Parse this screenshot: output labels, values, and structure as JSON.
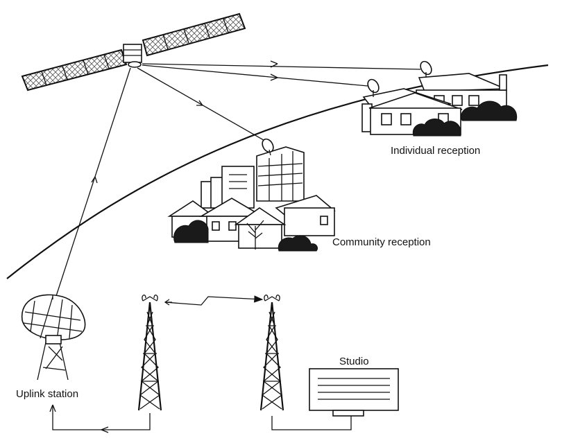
{
  "labels": {
    "individual": "Individual reception",
    "community": "Community reception",
    "studio": "Studio",
    "uplink": "Uplink station"
  },
  "colors": {
    "ink": "#111111",
    "paper": "#ffffff"
  }
}
